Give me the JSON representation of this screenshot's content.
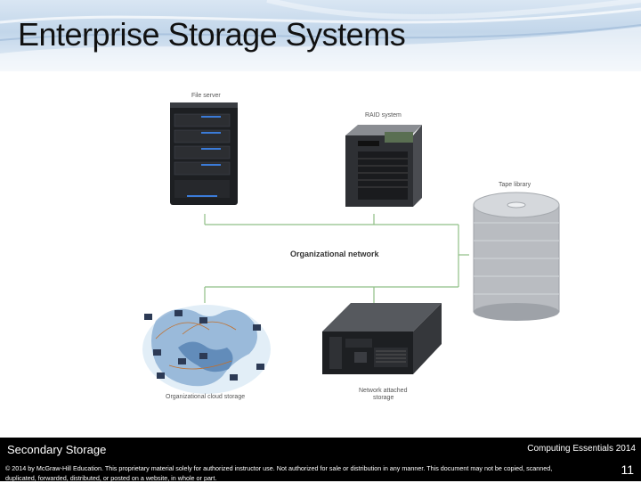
{
  "slide": {
    "title": "Enterprise Storage Systems",
    "footer_left": "Secondary Storage",
    "footer_right": "Computing Essentials 2014",
    "copyright": "© 2014 by McGraw-Hill Education. This proprietary material solely for authorized instructor use. Not authorized for sale or distribution in any manner. This document may not be copied, scanned, duplicated, forwarded, distributed, or posted on a website, in whole or part.",
    "page_number": "11"
  },
  "diagram": {
    "labels": {
      "file_server": "File server",
      "raid_system": "RAID system",
      "tape_library": "Tape library",
      "network": "Organizational network",
      "cloud_storage": "Organizational cloud storage",
      "nas_line1": "Network attached",
      "nas_line2": "storage"
    }
  }
}
